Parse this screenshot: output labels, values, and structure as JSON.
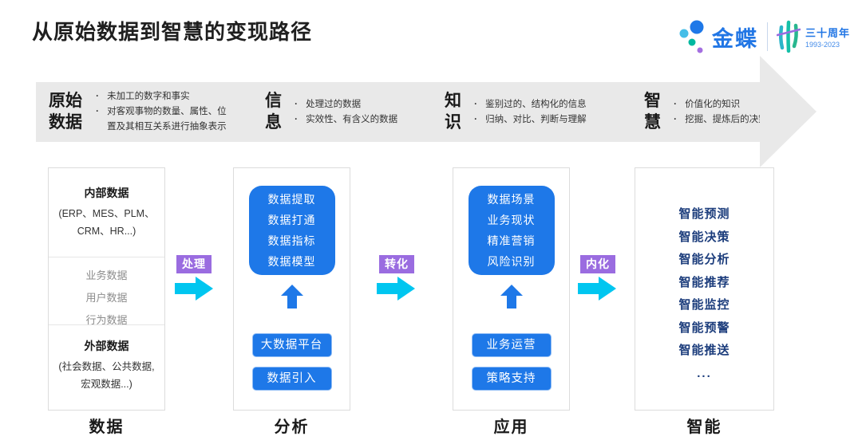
{
  "page": {
    "title": "从原始数据到智慧的变现路径"
  },
  "logo": {
    "brand": "金蝶",
    "anniversary": "三十周年",
    "years": "1993-2023"
  },
  "banner": {
    "stages": [
      {
        "label": "原始数据",
        "points": [
          "未加工的数字和事实",
          "对客观事物的数量、属性、位置及其相互关系进行抽象表示"
        ]
      },
      {
        "label": "信息",
        "points": [
          "处理过的数据",
          "实效性、有含义的数据"
        ]
      },
      {
        "label": "知识",
        "points": [
          "鉴别过的、结构化的信息",
          "归纳、对比、判断与理解"
        ]
      },
      {
        "label": "智慧",
        "points": [
          "价值化的知识",
          "挖掘、提炼后的决策能力"
        ]
      }
    ]
  },
  "connectors": [
    {
      "label": "处理"
    },
    {
      "label": "转化"
    },
    {
      "label": "内化"
    }
  ],
  "columns": {
    "data": {
      "footer": "数据",
      "internal": {
        "title": "内部数据",
        "subtitle": "(ERP、MES、PLM、CRM、HR...)"
      },
      "middle": [
        "业务数据",
        "用户数据",
        "行为数据"
      ],
      "external": {
        "title": "外部数据",
        "subtitle": "(社会数据、公共数据, 宏观数据...)"
      }
    },
    "analysis": {
      "footer": "分析",
      "card_lines": [
        "数据提取",
        "数据打通",
        "数据指标",
        "数据模型"
      ],
      "buttons": [
        "大数据平台",
        "数据引入"
      ]
    },
    "application": {
      "footer": "应用",
      "card_lines": [
        "数据场景",
        "业务现状",
        "精准营销",
        "风险识别"
      ],
      "buttons": [
        "业务运营",
        "策略支持"
      ]
    },
    "intelligence": {
      "footer": "智能",
      "items": [
        "智能预测",
        "智能决策",
        "智能分析",
        "智能推荐",
        "智能监控",
        "智能预警",
        "智能推送",
        "..."
      ]
    }
  },
  "colors": {
    "accent_blue": "#1E78E8",
    "brand_blue": "#2176E5",
    "cyan": "#00C6F0",
    "purple": "#9A6CE0",
    "navy": "#1C3D7C",
    "banner_gray": "#E9E9E9"
  }
}
